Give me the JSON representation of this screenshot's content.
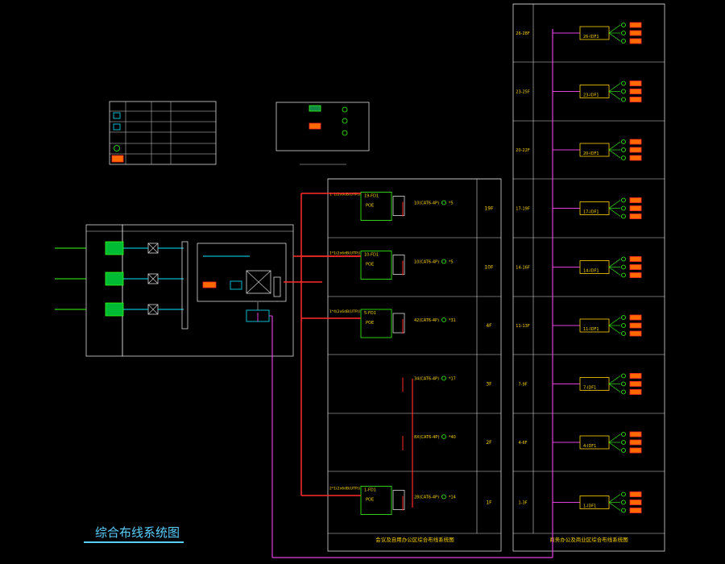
{
  "title": "综合布线系统图",
  "colors": {
    "background": "#000000",
    "frame": "#d9d9d9",
    "red": "#ff2a2a",
    "magenta": "#e040e0",
    "green": "#39ff14",
    "yellow": "#ffd400",
    "cyan": "#00e5ff",
    "orange_fill": "#ff6a00"
  },
  "left_panel": {
    "floors": [
      {
        "label": "19F",
        "switch": "19-FD1",
        "poe": "POE",
        "uplink": "1*1(2x6dB(UTP))",
        "outlet": "10(CAT6-4P)",
        "count": "*5"
      },
      {
        "label": "10F",
        "switch": "10-FD1",
        "poe": "POE",
        "uplink": "1*1(2x6dB(UTP))",
        "outlet": "10(CAT6-4P)",
        "count": "*5"
      },
      {
        "label": "4F",
        "switch": "5-FD1",
        "poe": "POE",
        "uplink": "1*4(2x6dB(UTP))",
        "outlet": "42(CAT6-4P)",
        "count": "*31"
      },
      {
        "label": "3F",
        "switch": "",
        "poe": "",
        "uplink": "",
        "outlet": "34(CAT6-4P)",
        "count": "*17"
      },
      {
        "label": "2F",
        "switch": "",
        "poe": "",
        "uplink": "",
        "outlet": "8X(CAT6-4P)",
        "count": "*40"
      },
      {
        "label": "1F",
        "switch": "1-FD1",
        "poe": "POE",
        "uplink": "2*1(2x6dB(UTP))",
        "outlet": "28(CAT6-4P)",
        "count": "*14"
      }
    ],
    "caption": "会议及自用办公区综合布线系统图"
  },
  "right_panel": {
    "floors": [
      {
        "range": "26-28F",
        "idf": "26-IDF1"
      },
      {
        "range": "23-25F",
        "idf": "23-IDF1"
      },
      {
        "range": "20-22F",
        "idf": "20-IDF1"
      },
      {
        "range": "17-19F",
        "idf": "17-IDF1"
      },
      {
        "range": "14-16F",
        "idf": "14-IDF1"
      },
      {
        "range": "11-13F",
        "idf": "11-IDF1"
      },
      {
        "range": "7-9F",
        "idf": "7-IDF1"
      },
      {
        "range": "4-6F",
        "idf": "4-IDF1"
      },
      {
        "range": "1-3F",
        "idf": "1-IDF1"
      }
    ],
    "caption": "商务办公及商业区综合布线系统图"
  }
}
